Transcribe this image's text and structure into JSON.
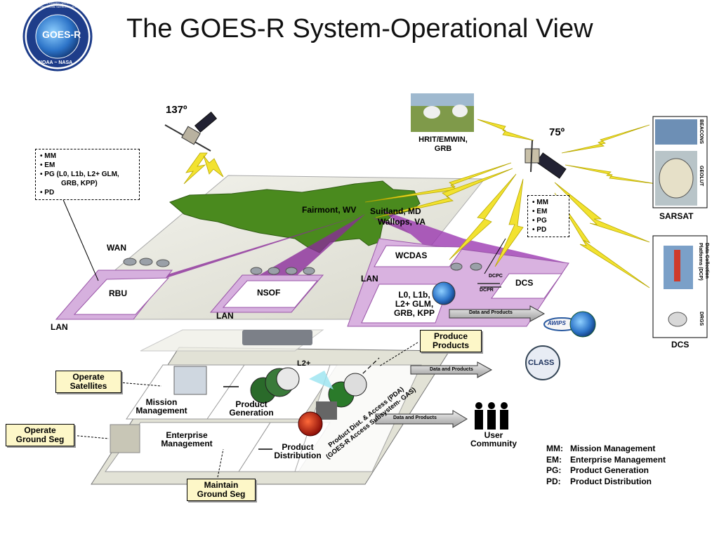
{
  "title": "The GOES-R System-Operational View",
  "logo": {
    "center": "GOES-R",
    "ring_top": "GEOSTATIONARY OPERATIONAL ENVIRONMENTAL SATELLITE R-SERIES",
    "ring_bottom": "NOAA ~ NASA"
  },
  "satellites": {
    "west": "137º",
    "east": "75º"
  },
  "hrit": {
    "line1": "HRIT/EMWIN,",
    "line2": "GRB"
  },
  "sarsat": {
    "beacons": "BEACONS",
    "geolut": "GEOLUT",
    "name": "SARSAT"
  },
  "dcs_box": {
    "top": "Data Collection Platforms (DCP)",
    "drgs": "DRGS",
    "name": "DCS"
  },
  "left_functions": [
    "MM",
    "EM",
    "PG (L0, L1b, L2+ GLM,",
    "GRB, KPP)",
    "PD"
  ],
  "right_functions": [
    "MM",
    "EM",
    "PG",
    "PD"
  ],
  "wan": "WAN",
  "sites": {
    "fairmont": "Fairmont, WV",
    "suitland": "Suitland, MD",
    "wallops": "Wallops, VA"
  },
  "lan_boxes": {
    "rbu": "RBU",
    "nsof": "NSOF",
    "wcdas": "WCDAS",
    "dcs": "DCS"
  },
  "lan": "LAN",
  "products_list": {
    "line1": "L0, L1b,",
    "line2": "L2+ GLM,",
    "line3": "GRB, KPP"
  },
  "dcpc": "DCPC",
  "dcpr": "DCPR",
  "data_and_products": "Data and Products",
  "l2plus": "L2+",
  "awips": "AWIPS",
  "class_label": "CLASS",
  "ground": {
    "mission": {
      "line1": "Mission",
      "line2": "Management"
    },
    "product_gen": {
      "line1": "Product",
      "line2": "Generation"
    },
    "enterprise": {
      "line1": "Enterprise",
      "line2": "Management"
    },
    "product_dist": {
      "line1": "Product",
      "line2": "Distribution"
    },
    "pda_line1": "Product Dist. & Access (PDA)",
    "pda_line2": "(GOES-R Access Subsystem- GAS)"
  },
  "callouts": {
    "produce": {
      "line1": "Produce",
      "line2": "Products"
    },
    "operate_sat": {
      "line1": "Operate",
      "line2": "Satellites"
    },
    "operate_ground": {
      "line1": "Operate",
      "line2": "Ground Seg"
    },
    "maintain": {
      "line1": "Maintain",
      "line2": "Ground Seg"
    }
  },
  "user_community": {
    "line1": "User",
    "line2": "Community"
  },
  "legend": [
    {
      "key": "MM:",
      "value": "Mission Management"
    },
    {
      "key": "EM:",
      "value": "Enterprise Management"
    },
    {
      "key": "PG:",
      "value": "Product Generation"
    },
    {
      "key": "PD:",
      "value": "Product Distribution"
    }
  ],
  "colors": {
    "lan_purple": "#a040b0",
    "callout_fill": "#fdf7c8",
    "bolt_yellow": "#f2e230",
    "map_green": "#4a8a1e"
  }
}
